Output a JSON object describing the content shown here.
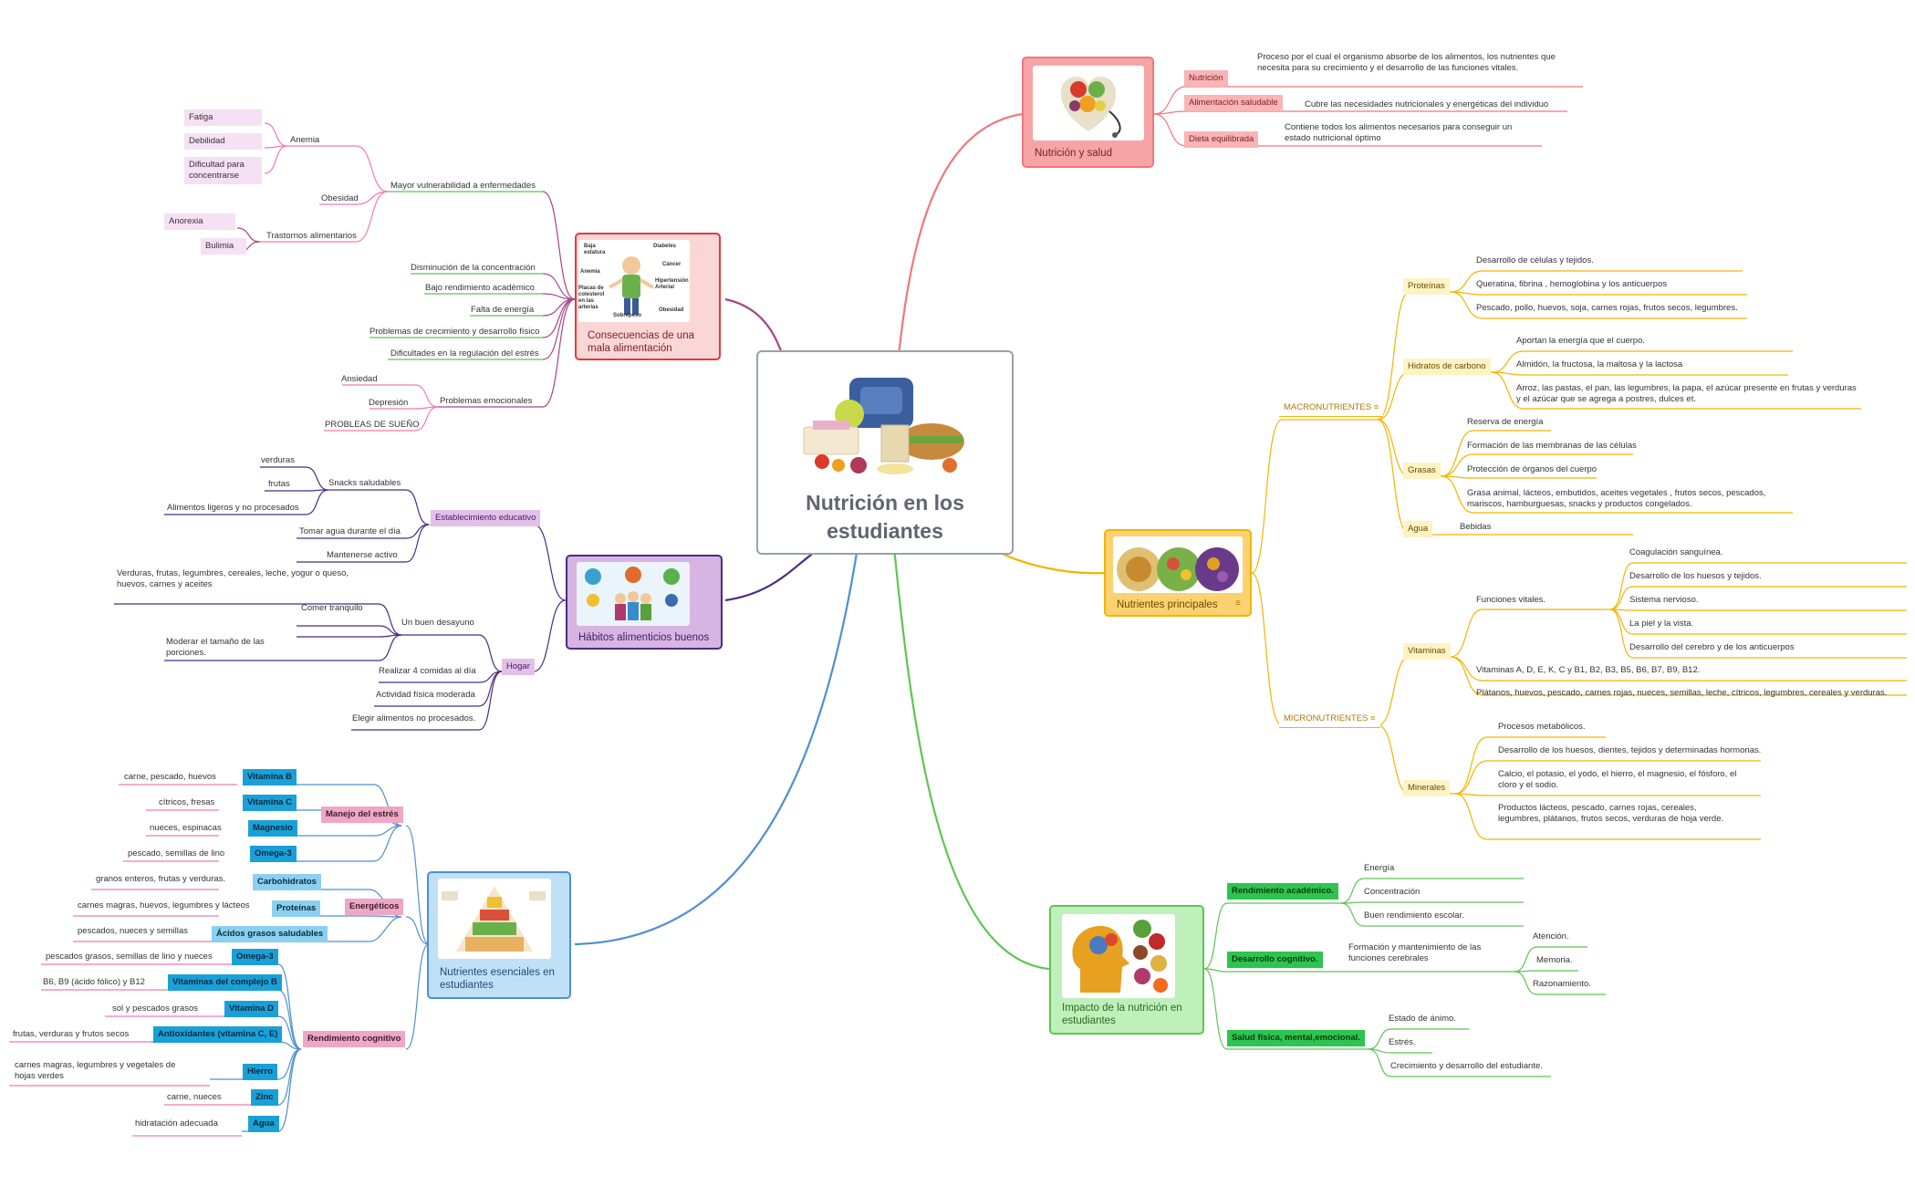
{
  "center": {
    "title": "Nutrición en los estudiantes"
  },
  "nutricion_salud": {
    "title": "Nutrición y salud",
    "items": [
      {
        "label": "Nutrición",
        "desc": "Proceso por el cual el organismo absorbe de los alimentos, los nutrientes que necesita para su crecimiento y el desarrollo de las funciones vitales."
      },
      {
        "label": "Alimentación saludable",
        "desc": "Cubre las necesidades nutricionales y energéticas del individuo"
      },
      {
        "label": "Dieta equilibrada",
        "desc": "Contiene todos los alimentos necesarios para conseguir un estado nutricional óptimo"
      }
    ]
  },
  "nutrientes_principales": {
    "title": "Nutrientes principales",
    "macro": {
      "label": "MACRONUTRIENTES",
      "proteinas": {
        "label": "Proteínas",
        "items": [
          "Desarrollo de células y tejidos.",
          "Queratina, fibrina ,   hemoglobina y los anticuerpos",
          "Pescado, pollo, huevos, soja, carnes rojas, frutos secos, legumbres."
        ]
      },
      "hidratos": {
        "label": "Hidratos de carbono",
        "items": [
          "Aportan la energía que el cuerpo.",
          "Almidón, la fructosa, la maltosa y la lactosa",
          "Arroz, las pastas, el pan, las legumbres, la papa, el azúcar presente en frutas y verduras y el azúcar que se agrega a postres, dulces et."
        ]
      },
      "grasas": {
        "label": "Grasas",
        "items": [
          "Reserva de energía",
          "Formación de las membranas de las células",
          "Protección de órganos del cuerpo",
          "Grasa animal, lácteos, embutidos, aceites vegetales , frutos secos, pescados, mariscos, hamburguesas, snacks y productos congelados."
        ]
      },
      "agua": {
        "label": "Agua",
        "items": [
          "Bebidas"
        ]
      }
    },
    "micro": {
      "label": "MICRONUTRIENTES",
      "vitaminas": {
        "label": "Vitaminas",
        "funciones": "Funciones vitales.",
        "funciones_items": [
          "Coagulación sanguínea.",
          "Desarrollo de los huesos y tejidos.",
          "Sistema nervioso.",
          "La piel y la vista.",
          "Desarrollo del cerebro y de los anticuerpos"
        ],
        "items": [
          "Vitaminas  A, D, E, K, C y B1, B2, B3, B5, B6, B7, B9, B12.",
          "Plátanos, huevos, pescado, carnes rojas, nueces, semillas, leche, cítricos, legumbres, cereales y verduras."
        ]
      },
      "minerales": {
        "label": "Minerales",
        "items": [
          "Procesos metabólicos.",
          "Desarrollo de los huesos, dientes, tejidos y determinadas hormonas.",
          "Calcio, el potasio, el yodo, el hierro, el magnesio, el fósforo, el cloro y el sodio.",
          "Productos lácteos, pescado, carnes rojas, cereales, legumbres, plátanos, frutos secos, verduras de hoja verde."
        ]
      }
    }
  },
  "impacto": {
    "title": "Impacto de la nutrición en estudiantes",
    "rendimiento": {
      "label": "Rendimiento académico.",
      "items": [
        "Energía",
        "Concentración",
        "Buen rendimiento escolar."
      ]
    },
    "desarrollo": {
      "label": "Desarrollo cognitivo.",
      "desc": "Formación y mantenimiento de las funciones cerebrales",
      "items": [
        "Atención.",
        "Memoria.",
        "Razonamiento."
      ]
    },
    "salud": {
      "label": "Salud física, mental,emocional.",
      "items": [
        "Estado de ánimo.",
        "Estrés.",
        "Crecimiento y desarrollo del estudiante."
      ]
    }
  },
  "consecuencias": {
    "title": "Consecuencias de una mala alimentación",
    "vulnerabilidad": {
      "label": "Mayor vulnerabilidad a enfermedades",
      "anemia": "Anemia",
      "anemia_items": [
        "Fatiga",
        "Debilidad",
        "Dificultad para concentrarse"
      ],
      "obesidad": "Obesidad",
      "trastornos": "Trastornos alimentarios",
      "trastornos_items": [
        "Anorexia",
        "Bulimia"
      ]
    },
    "items": [
      "Disminución de la concentración",
      "Bajo rendimiento académico",
      "Falta de energía",
      "Problemas de crecimiento y desarrollo físico",
      "Dificultades en la regulación del estrés"
    ],
    "emocionales": {
      "label": "Problemas emocionales",
      "items": [
        "Ansiedad",
        "Depresión",
        "PROBLEAS DE SUEÑO"
      ]
    },
    "image_labels": [
      "Baja estatura",
      "Diabetes",
      "Cáncer",
      "Anemia",
      "Hipertensión Arterial",
      "Placas de colesterol en las arterias",
      "Sobrepeso",
      "Obesidad"
    ]
  },
  "habitos": {
    "title": "Hábitos alimenticios buenos",
    "establecimiento": {
      "label": "Establecimiento educativo",
      "snacks": "Snacks saludables",
      "snacks_items": [
        "verduras",
        "frutas",
        "Alimentos ligeros y no procesados"
      ],
      "items": [
        "Tomar agua durante el día",
        "Mantenerse activo"
      ]
    },
    "hogar": {
      "label": "Hogar",
      "desayuno": "Un buen desayuno",
      "desayuno_desc": "Verduras, frutas, legumbres, cereales, leche, yogur o queso, huevos, carnes y aceites",
      "desayuno_items": [
        "Comer tranquilo",
        "Moderar el tamaño de las porciones."
      ],
      "items": [
        "Realizar 4 comidas al día",
        "Actividad física moderada",
        "Elegir alimentos  no procesados."
      ]
    }
  },
  "nutrientes_esenciales": {
    "title": "Nutrientes esenciales en estudiantes",
    "estres": {
      "label": "Manejo del estrés",
      "items": [
        {
          "name": "Vitamina B",
          "src": "carne, pescado, huevos"
        },
        {
          "name": "Vitamina C",
          "src": "cítricos, fresas"
        },
        {
          "name": "Magnesio",
          "src": "nueces, espinacas"
        },
        {
          "name": "Omega-3",
          "src": "pescado, semillas de lino"
        }
      ]
    },
    "energeticos": {
      "label": "Energéticos",
      "items": [
        {
          "name": "Carbohidratos",
          "src": "granos enteros, frutas y verduras."
        },
        {
          "name": "Proteínas",
          "src": "carnes magras, huevos, legumbres y lácteos"
        },
        {
          "name": "Ácidos grasos saludables",
          "src": "pescados, nueces y semillas"
        }
      ]
    },
    "cognitivo": {
      "label": "Rendimiento cognitivo",
      "items": [
        {
          "name": "Omega-3",
          "src": "pescados grasos, semillas de lino y nueces"
        },
        {
          "name": "Vitaminas del complejo B",
          "src": "B6, B9 (ácido fólico) y B12"
        },
        {
          "name": "Vitamina D",
          "src": "sol y pescados grasos"
        },
        {
          "name": "Antioxidantes (vitamina C, E)",
          "src": "frutas, verduras y frutos secos"
        },
        {
          "name": "Hierro",
          "src": "carnes magras, legumbres y vegetales de hojas verdes"
        },
        {
          "name": "Zinc",
          "src": "carne, nueces"
        },
        {
          "name": "Agua",
          "src": "hidratación adecuada"
        }
      ]
    }
  },
  "colors": {
    "salud": "#f2767a",
    "nutrientes": "#f5b400",
    "impacto": "#5ec455",
    "consecuencias": "#a8448a",
    "habitos": "#4b2a85",
    "esenciales": "#4f8fd0"
  }
}
